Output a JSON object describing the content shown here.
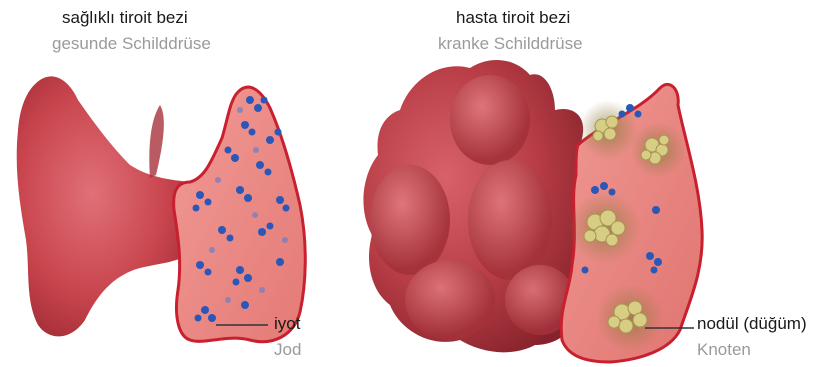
{
  "healthy": {
    "title_tr": "sağlıklı tiroit bezi",
    "title_de": "gesunde Schilddrüse",
    "label_tr": "iyot",
    "label_de": "Jod"
  },
  "diseased": {
    "title_tr": "hasta tiroit bezi",
    "title_de": "kranke Schilddrüse",
    "label_tr": "nodül (düğüm)",
    "label_de": "Knoten"
  },
  "colors": {
    "tissue": "#c9454e",
    "tissue_dark": "#9e2a33",
    "cut_surface": "#ec8a86",
    "outline": "#c8202e",
    "iodine": "#2a57b8",
    "nodule": "#d8cd84"
  }
}
